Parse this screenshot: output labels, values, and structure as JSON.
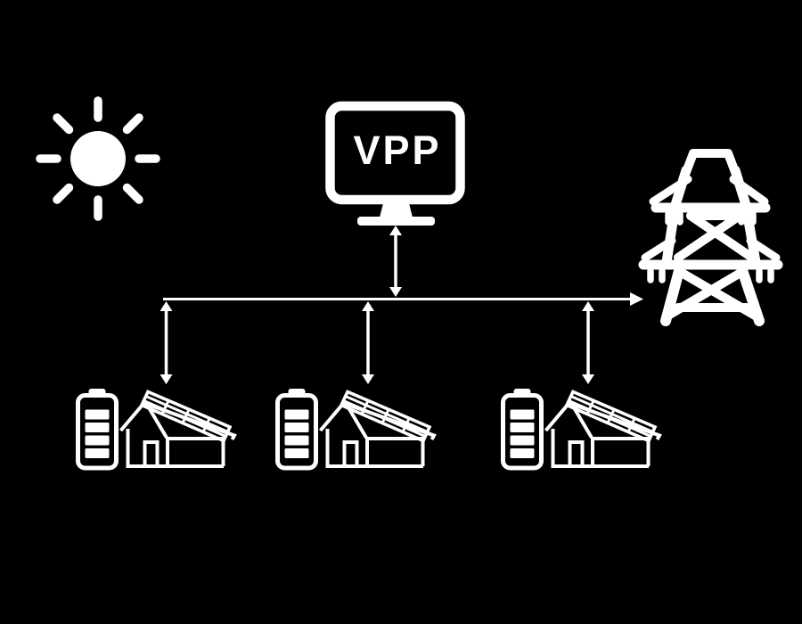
{
  "title": "Virtual power plant (VPP) diagram",
  "colors": {
    "background": "#000000",
    "foreground": "#ffffff"
  },
  "vpp": {
    "label": "VPP"
  },
  "nodes": [
    {
      "id": "sun",
      "name": "sun"
    },
    {
      "id": "vpp-control",
      "name": "VPP control-center monitor",
      "label": "VPP"
    },
    {
      "id": "grid-tower",
      "name": "transmission tower (power grid)"
    },
    {
      "id": "home-1",
      "name": "solar home with battery storage"
    },
    {
      "id": "home-2",
      "name": "solar home with battery storage"
    },
    {
      "id": "home-3",
      "name": "solar home with battery storage"
    }
  ],
  "connections": [
    {
      "from": "vpp-control",
      "to": "bus",
      "bidirectional": true
    },
    {
      "from": "bus",
      "to": "home-1",
      "bidirectional": true
    },
    {
      "from": "bus",
      "to": "home-2",
      "bidirectional": true
    },
    {
      "from": "bus",
      "to": "home-3",
      "bidirectional": true
    },
    {
      "from": "bus",
      "to": "grid-tower",
      "bidirectional": false
    }
  ]
}
